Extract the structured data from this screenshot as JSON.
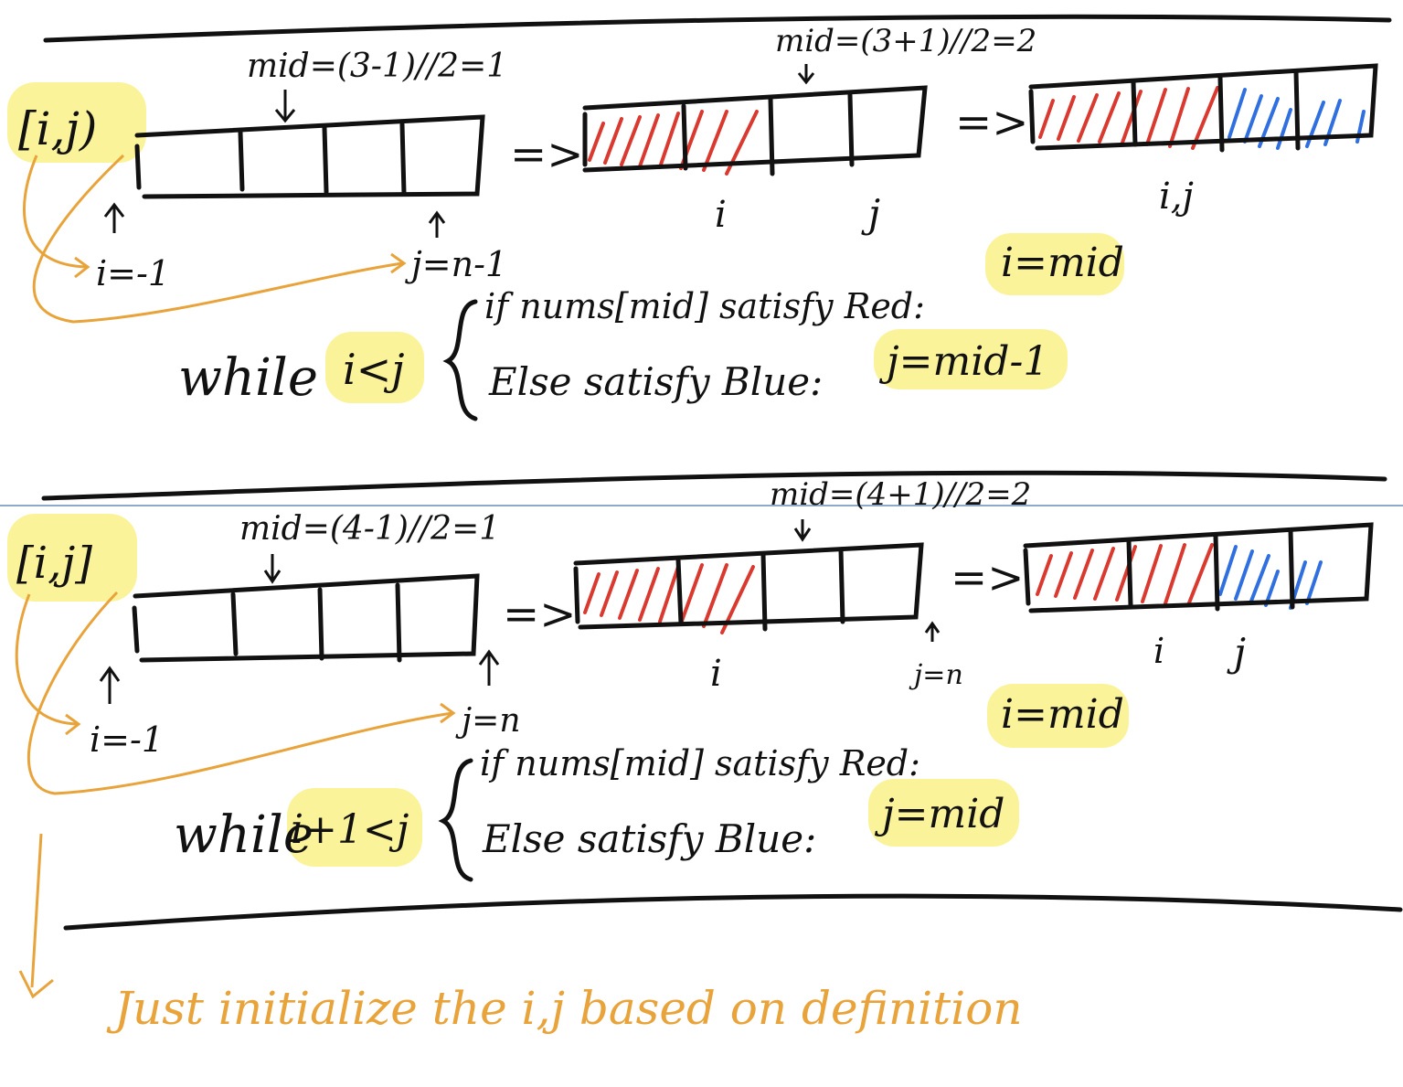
{
  "colors": {
    "ink": "#111111",
    "red": "#d9392e",
    "blue": "#2f6fe0",
    "orange": "#e8a33b",
    "highlight": "#fbf39a",
    "divider": "#8fa9c9"
  },
  "section1": {
    "bracket": "[i,j)",
    "mid_top1": "mid=(3-1)//2=1",
    "mid_top2": "mid=(3+1)//2=2",
    "init_i": "i=-1",
    "init_j": "j=n-1",
    "label_i": "i",
    "label_j": "j",
    "label_ij": "i,j",
    "arrow_sym": "=>",
    "loop": "while",
    "cond": "i<j",
    "if_line": "if nums[mid] satisfy Red:",
    "if_assign": "i=mid",
    "else_line": "Else satisfy Blue:",
    "else_assign": "j=mid-1"
  },
  "section2": {
    "bracket": "[i,j]",
    "mid_top1": "mid=(4-1)//2=1",
    "mid_top2": "mid=(4+1)//2=2",
    "init_i": "i=-1",
    "init_j": "j=n",
    "label_i": "i",
    "label_j": "j=n",
    "label_i2": "i",
    "label_j2": "j",
    "arrow_sym": "=>",
    "loop": "while",
    "cond": "i+1<j",
    "if_line": "if nums[mid] satisfy Red:",
    "if_assign": "i=mid",
    "else_line": "Else satisfy Blue:",
    "else_assign": "j=mid"
  },
  "footnote": "Just initialize the i,j based on definition"
}
